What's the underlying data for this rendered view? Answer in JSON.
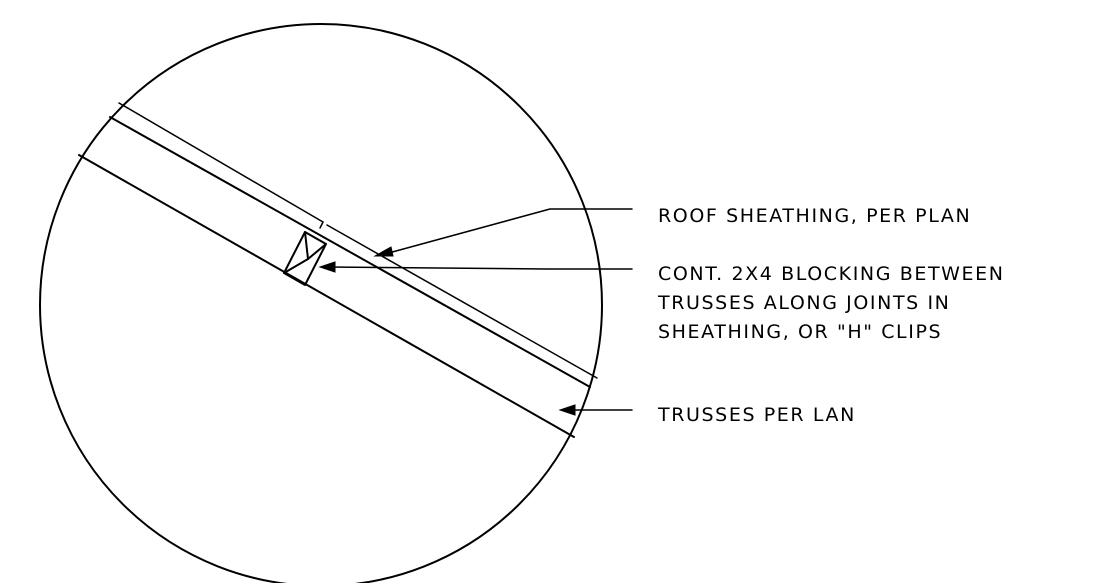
{
  "notes": {
    "roof_sheathing": "ROOF SHEATHING, PER PLAN",
    "blocking_line1": "CONT. 2X4 BLOCKING BETWEEN",
    "blocking_line2": "TRUSSES ALONG JOINTS IN",
    "blocking_line3": "SHEATHING, OR \"H\" CLIPS",
    "trusses": "TRUSSES PER LAN"
  },
  "colors": {
    "line": "#000000",
    "background": "#ffffff"
  }
}
